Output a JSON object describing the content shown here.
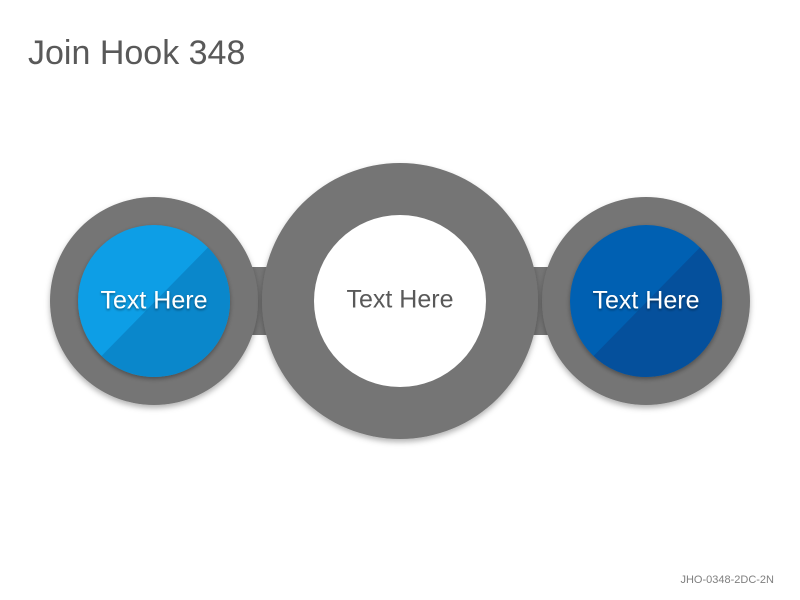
{
  "header": {
    "title": "Join Hook 348"
  },
  "diagram": {
    "nodes": [
      {
        "label": "Text Here",
        "fill": "#0a9ee6",
        "fill_dark": "#0a84c8",
        "text_color": "#ffffff"
      },
      {
        "label": "Text Here",
        "fill": "#ffffff",
        "fill_dark": "#ffffff",
        "text_color": "#595959"
      },
      {
        "label": "Text Here",
        "fill": "#0560b2",
        "fill_dark": "#054f99",
        "text_color": "#ffffff"
      }
    ],
    "ring_color": "#757575"
  },
  "footer": {
    "code": "JHO-0348-2DC-2N"
  }
}
